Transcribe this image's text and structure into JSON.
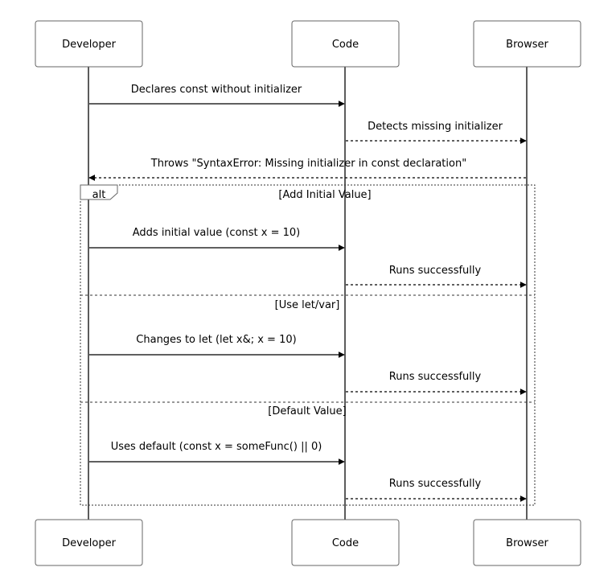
{
  "actors": [
    {
      "id": "developer",
      "label": "Developer"
    },
    {
      "id": "code",
      "label": "Code"
    },
    {
      "id": "browser",
      "label": "Browser"
    }
  ],
  "messages": [
    {
      "id": "declares",
      "from": "developer",
      "to": "code",
      "style": "solid",
      "label": "Declares const without initializer"
    },
    {
      "id": "detects",
      "from": "code",
      "to": "browser",
      "style": "dashed",
      "label": "Detects missing initializer"
    },
    {
      "id": "throws",
      "from": "browser",
      "to": "developer",
      "style": "dashed",
      "label": "Throws \"SyntaxError: Missing initializer in const declaration\""
    },
    {
      "id": "adds-initial",
      "from": "developer",
      "to": "code",
      "style": "solid",
      "label": "Adds initial value (const x = 10)"
    },
    {
      "id": "runs-1",
      "from": "code",
      "to": "browser",
      "style": "dashed",
      "label": "Runs successfully"
    },
    {
      "id": "changes-let",
      "from": "developer",
      "to": "code",
      "style": "solid",
      "label": "Changes to let (let x&; x = 10)"
    },
    {
      "id": "runs-2",
      "from": "code",
      "to": "browser",
      "style": "dashed",
      "label": "Runs successfully"
    },
    {
      "id": "uses-default",
      "from": "developer",
      "to": "code",
      "style": "solid",
      "label": "Uses default (const x = someFunc() || 0)"
    },
    {
      "id": "runs-3",
      "from": "code",
      "to": "browser",
      "style": "dashed",
      "label": "Runs successfully"
    }
  ],
  "frame": {
    "tag": "alt",
    "sections": [
      {
        "label": "[Add Initial Value]"
      },
      {
        "label": "[Use let/var]"
      },
      {
        "label": "[Default Value]"
      }
    ]
  }
}
